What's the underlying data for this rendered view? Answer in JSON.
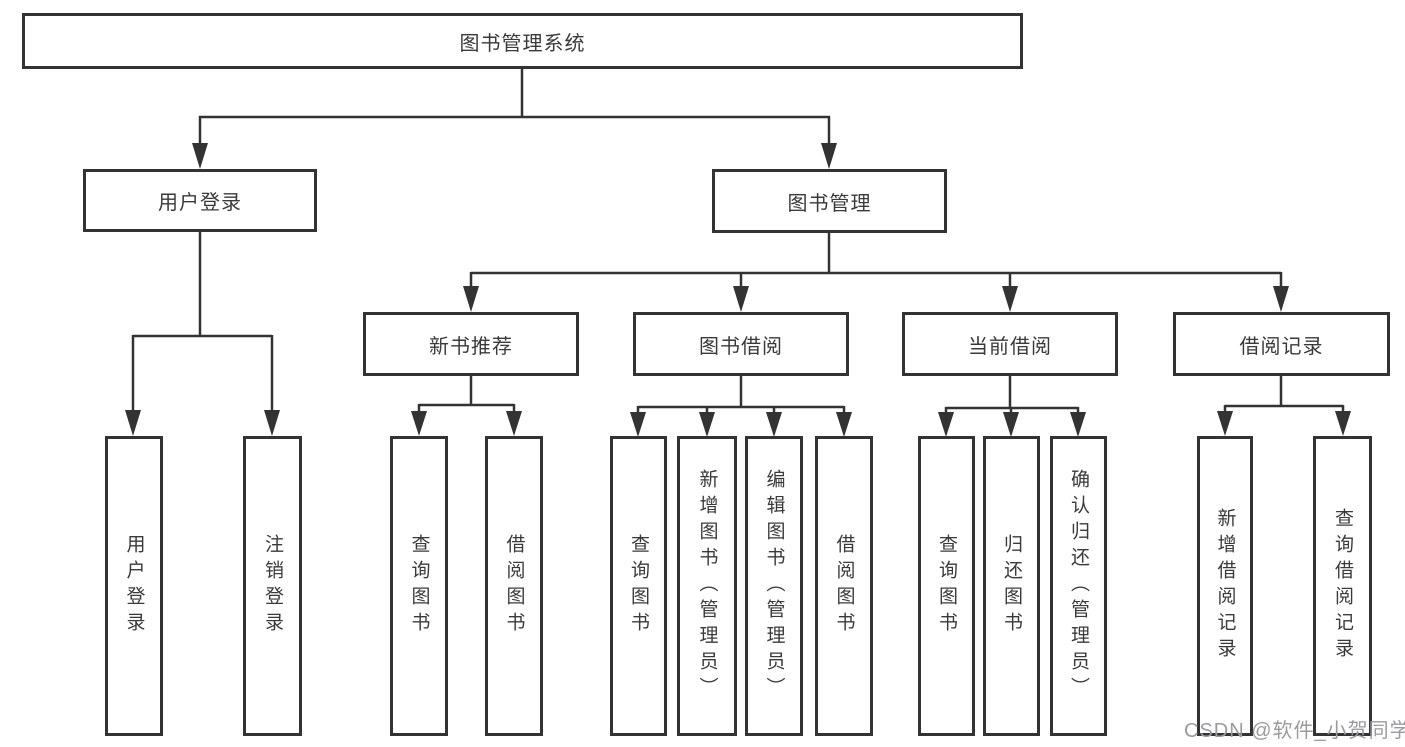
{
  "tree": {
    "label": "图书管理系统",
    "children": [
      {
        "label": "用户登录",
        "children": [
          {
            "label": "用户登录"
          },
          {
            "label": "注销登录"
          }
        ]
      },
      {
        "label": "图书管理",
        "children": [
          {
            "label": "新书推荐",
            "children": [
              {
                "label": "查询图书"
              },
              {
                "label": "借阅图书"
              }
            ]
          },
          {
            "label": "图书借阅",
            "children": [
              {
                "label": "查询图书"
              },
              {
                "label": "新增图书（管理员）"
              },
              {
                "label": "编辑图书（管理员）"
              },
              {
                "label": "借阅图书"
              }
            ]
          },
          {
            "label": "当前借阅",
            "children": [
              {
                "label": "查询图书"
              },
              {
                "label": "归还图书"
              },
              {
                "label": "确认归还（管理员）"
              }
            ]
          },
          {
            "label": "借阅记录",
            "children": [
              {
                "label": "新增借阅记录"
              },
              {
                "label": "查询借阅记录"
              }
            ]
          }
        ]
      }
    ]
  },
  "watermark": {
    "text": "CSDN @软件_小贺同学"
  },
  "colors": {
    "line": "#333333",
    "border": "#333333",
    "text": "#3a3a3a",
    "watermark_text": "#9b9b9f",
    "background": "#ffffff"
  }
}
